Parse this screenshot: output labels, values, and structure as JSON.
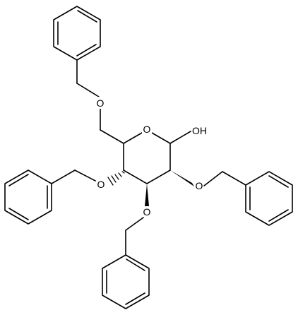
{
  "molecule": {
    "atom_labels": {
      "ring_oxygen": "O",
      "anomeric_hydroxyl": "OH",
      "c6_ether_oxygen": "O",
      "c4_ether_oxygen": "O",
      "c3_ether_oxygen": "O",
      "c2_ether_oxygen": "O"
    },
    "colors": {
      "bond": "#000000",
      "background": "#ffffff"
    }
  }
}
